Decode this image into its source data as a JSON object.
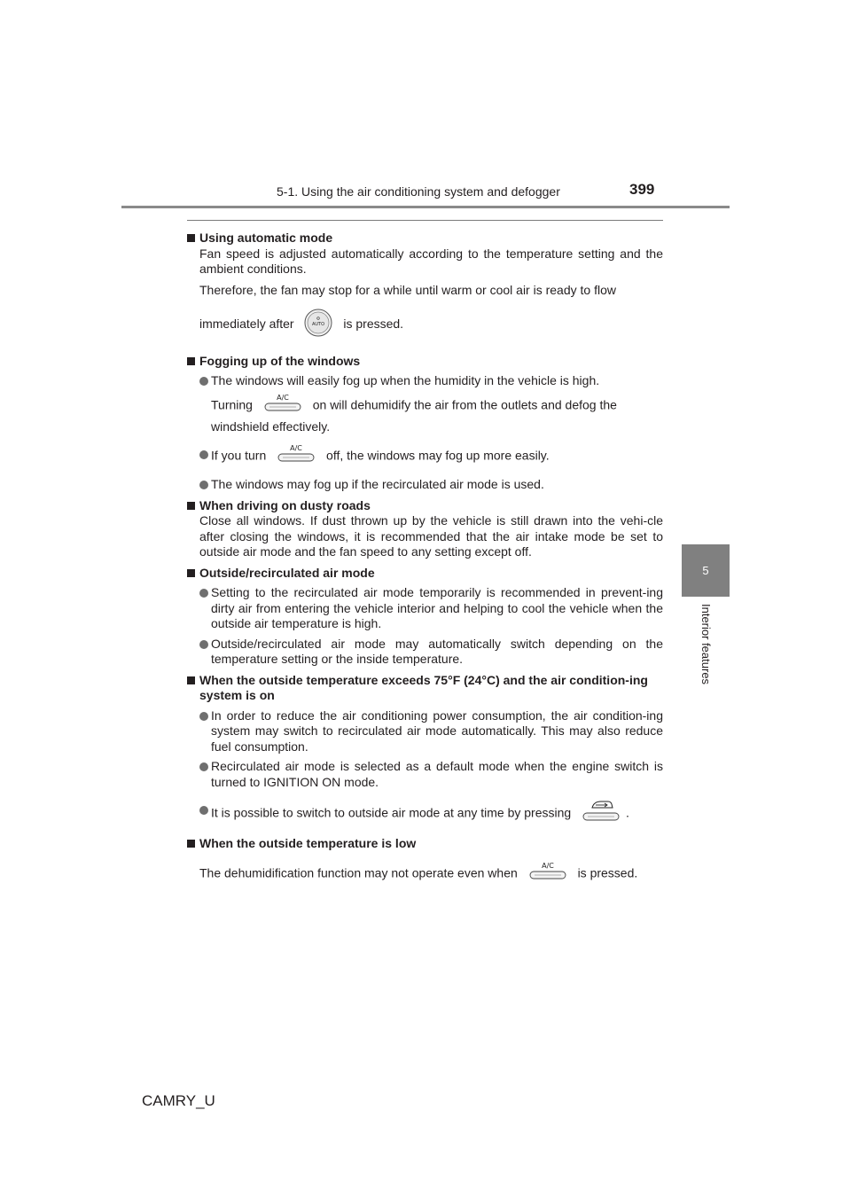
{
  "header": {
    "section_title": "5-1. Using the air conditioning system and defogger",
    "page_number": "399"
  },
  "side_tab": {
    "chapter_number": "5",
    "chapter_label": "Interior features"
  },
  "footer": {
    "doc_code": "CAMRY_U"
  },
  "icons": {
    "auto_button": "auto-button-icon",
    "ac_button": "ac-button-icon",
    "outside_air_button": "outside-air-mode-button-icon"
  },
  "content": {
    "s1": {
      "heading": "Using automatic mode",
      "p1": "Fan speed is adjusted automatically according to the temperature setting and the ambient conditions.",
      "p2": "Therefore, the fan may stop for a while until warm or cool air is ready to flow",
      "p3_pre": "immediately after",
      "p3_post": "is pressed."
    },
    "s2": {
      "heading": "Fogging up of the windows",
      "b1_a": "The windows will easily fog up when the humidity in the vehicle is high.",
      "b1_b_pre": "Turning",
      "b1_b_post": "on will dehumidify the air from the outlets and defog the",
      "b1_c": "windshield effectively.",
      "b2_pre": "If you turn",
      "b2_post": "off, the windows may fog up more easily.",
      "b3": "The windows may fog up if the recirculated air mode is used."
    },
    "s3": {
      "heading": "When driving on dusty roads",
      "p1": "Close all windows. If dust thrown up by the vehicle is still drawn into the vehi-cle after closing the windows, it is recommended that the air intake mode be set to outside air mode and the fan speed to any setting except off."
    },
    "s4": {
      "heading": "Outside/recirculated air mode",
      "b1": "Setting to the recirculated air mode temporarily is recommended in prevent-ing dirty air from entering the vehicle interior and helping to cool the vehicle when the outside air temperature is high.",
      "b2": "Outside/recirculated air mode may automatically switch depending on the temperature setting or the inside temperature."
    },
    "s5": {
      "heading": "When the outside temperature exceeds 75°F (24°C) and the air condition-ing system is on",
      "b1": "In order to reduce the air conditioning power consumption, the air condition-ing system may switch to recirculated air mode automatically. This may also reduce fuel consumption.",
      "b2": "Recirculated air mode is selected as a default mode when the engine switch is turned to IGNITION ON mode.",
      "b3_pre": "It is possible to switch to outside air mode at any time by pressing",
      "b3_post": "."
    },
    "s6": {
      "heading": "When the outside temperature is low",
      "p1_pre": "The dehumidification function may not operate even when",
      "p1_post": "is pressed."
    }
  }
}
